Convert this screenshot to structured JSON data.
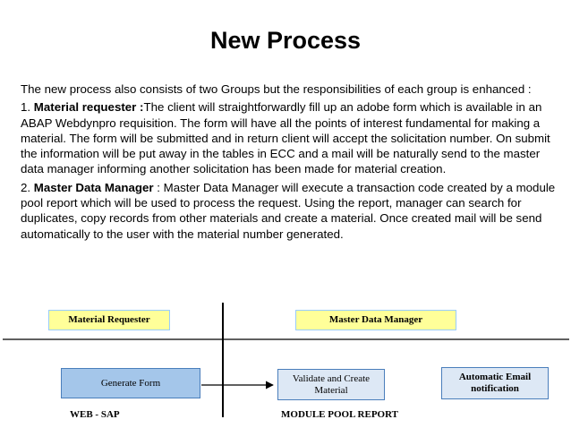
{
  "title": "New Process",
  "intro": "The new process also consists of two Groups but the responsibilities of each group is enhanced :",
  "items": [
    {
      "number": "1. ",
      "heading": "Material requester :",
      "text": "The client will straightforwardly fill up an adobe form which is available in an ABAP Webdynpro requisition. The form will have all the points of interest fundamental for making a material. The form will be submitted and in return client will accept the solicitation number. On submit the information will be put away in the tables in ECC and a mail will be naturally send to the master data manager informing another solicitation has been made for material creation."
    },
    {
      "number": "2. ",
      "heading": "Master Data Manager",
      "text": " : Master Data Manager will execute a transaction code created by a module pool report which will be used to process the request. Using the report, manager can search for duplicates, copy records from other materials and create a material. Once created mail will be send automatically to the user with the material number generated."
    }
  ],
  "diagram": {
    "material_requester": "Material Requester",
    "master_data_manager": "Master Data Manager",
    "generate_form": "Generate Form",
    "validate_create": "Validate and Create Material",
    "automatic_email": "Automatic Email notification",
    "web_sap": "WEB - SAP",
    "module_pool_report": "MODULE POOL REPORT"
  },
  "colors": {
    "yellow_box": "#ffff99",
    "blue_box": "#a4c6ea",
    "light_box": "#dde8f5"
  }
}
